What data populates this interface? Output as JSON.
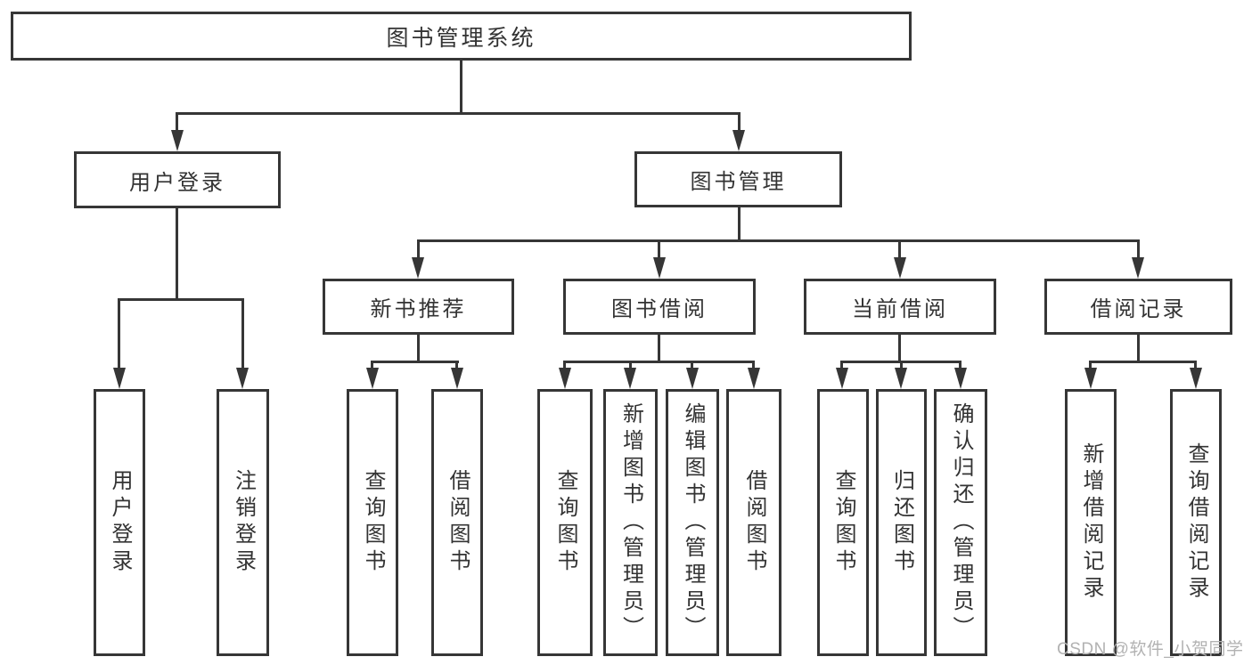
{
  "tree": {
    "root": {
      "label": "图书管理系统"
    },
    "level1": [
      {
        "label": "用户登录"
      },
      {
        "label": "图书管理"
      }
    ],
    "level2": [
      {
        "label": "新书推荐",
        "parent": "图书管理"
      },
      {
        "label": "图书借阅",
        "parent": "图书管理"
      },
      {
        "label": "当前借阅",
        "parent": "图书管理"
      },
      {
        "label": "借阅记录",
        "parent": "图书管理"
      }
    ],
    "level3": [
      {
        "label": "用户登录",
        "parent": "用户登录"
      },
      {
        "label": "注销登录",
        "parent": "用户登录"
      },
      {
        "label": "查询图书",
        "parent": "新书推荐"
      },
      {
        "label": "借阅图书",
        "parent": "新书推荐"
      },
      {
        "label": "查询图书",
        "parent": "图书借阅"
      },
      {
        "label": "新增图书（管理员）",
        "parent": "图书借阅"
      },
      {
        "label": "编辑图书（管理员）",
        "parent": "图书借阅"
      },
      {
        "label": "借阅图书",
        "parent": "图书借阅"
      },
      {
        "label": "查询图书",
        "parent": "当前借阅"
      },
      {
        "label": "归还图书",
        "parent": "当前借阅"
      },
      {
        "label": "确认归还（管理员）",
        "parent": "当前借阅"
      },
      {
        "label": "新增借阅记录",
        "parent": "借阅记录"
      },
      {
        "label": "查询借阅记录",
        "parent": "借阅记录"
      }
    ]
  },
  "watermark": {
    "text": "CSDN @软件_小贺同学"
  },
  "colors": {
    "line": "#363636",
    "text": "#333333",
    "watermark": "#b2b2b2",
    "background": "#ffffff"
  }
}
